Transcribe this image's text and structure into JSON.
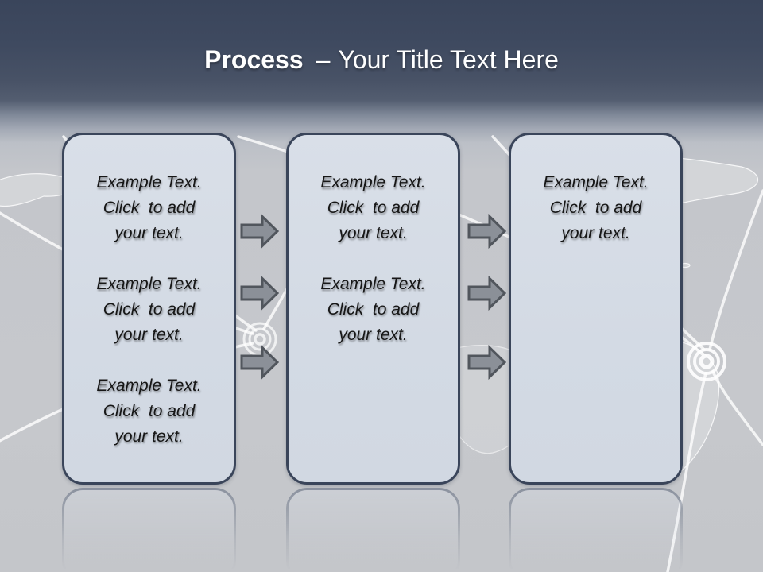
{
  "slide": {
    "title": {
      "topic": "Process",
      "separator": "–",
      "text": "Your Title Text Here"
    },
    "boxes": [
      {
        "id": "process-box-1",
        "paragraphs": [
          {
            "lines": [
              "Example Text.",
              "Click  to add",
              "your text."
            ]
          },
          {
            "lines": [
              "Example Text.",
              "Click  to add",
              "your text."
            ]
          },
          {
            "lines": [
              "Example Text.",
              "Click  to add",
              "your text."
            ]
          }
        ]
      },
      {
        "id": "process-box-2",
        "paragraphs": [
          {
            "lines": [
              "Example Text.",
              "Click  to add",
              "your text."
            ]
          },
          {
            "lines": [
              "Example Text.",
              "Click  to add",
              "your text."
            ]
          }
        ]
      },
      {
        "id": "process-box-3",
        "paragraphs": [
          {
            "lines": [
              "Example Text.",
              "Click  to add",
              "your text."
            ]
          }
        ]
      }
    ],
    "arrows": {
      "direction": "right",
      "between_box1_box2": 3,
      "between_box2_box3": 3
    },
    "colors": {
      "header_top": "#3a455b",
      "background_light": "#c6c8cc",
      "box_fill": "#d5dbe5",
      "box_border": "#3a455a",
      "arrow_fill": "#8b9098",
      "arrow_border": "#51565d",
      "title_text": "#ffffff",
      "body_text": "#161616",
      "map_lines": "#ffffff"
    }
  }
}
